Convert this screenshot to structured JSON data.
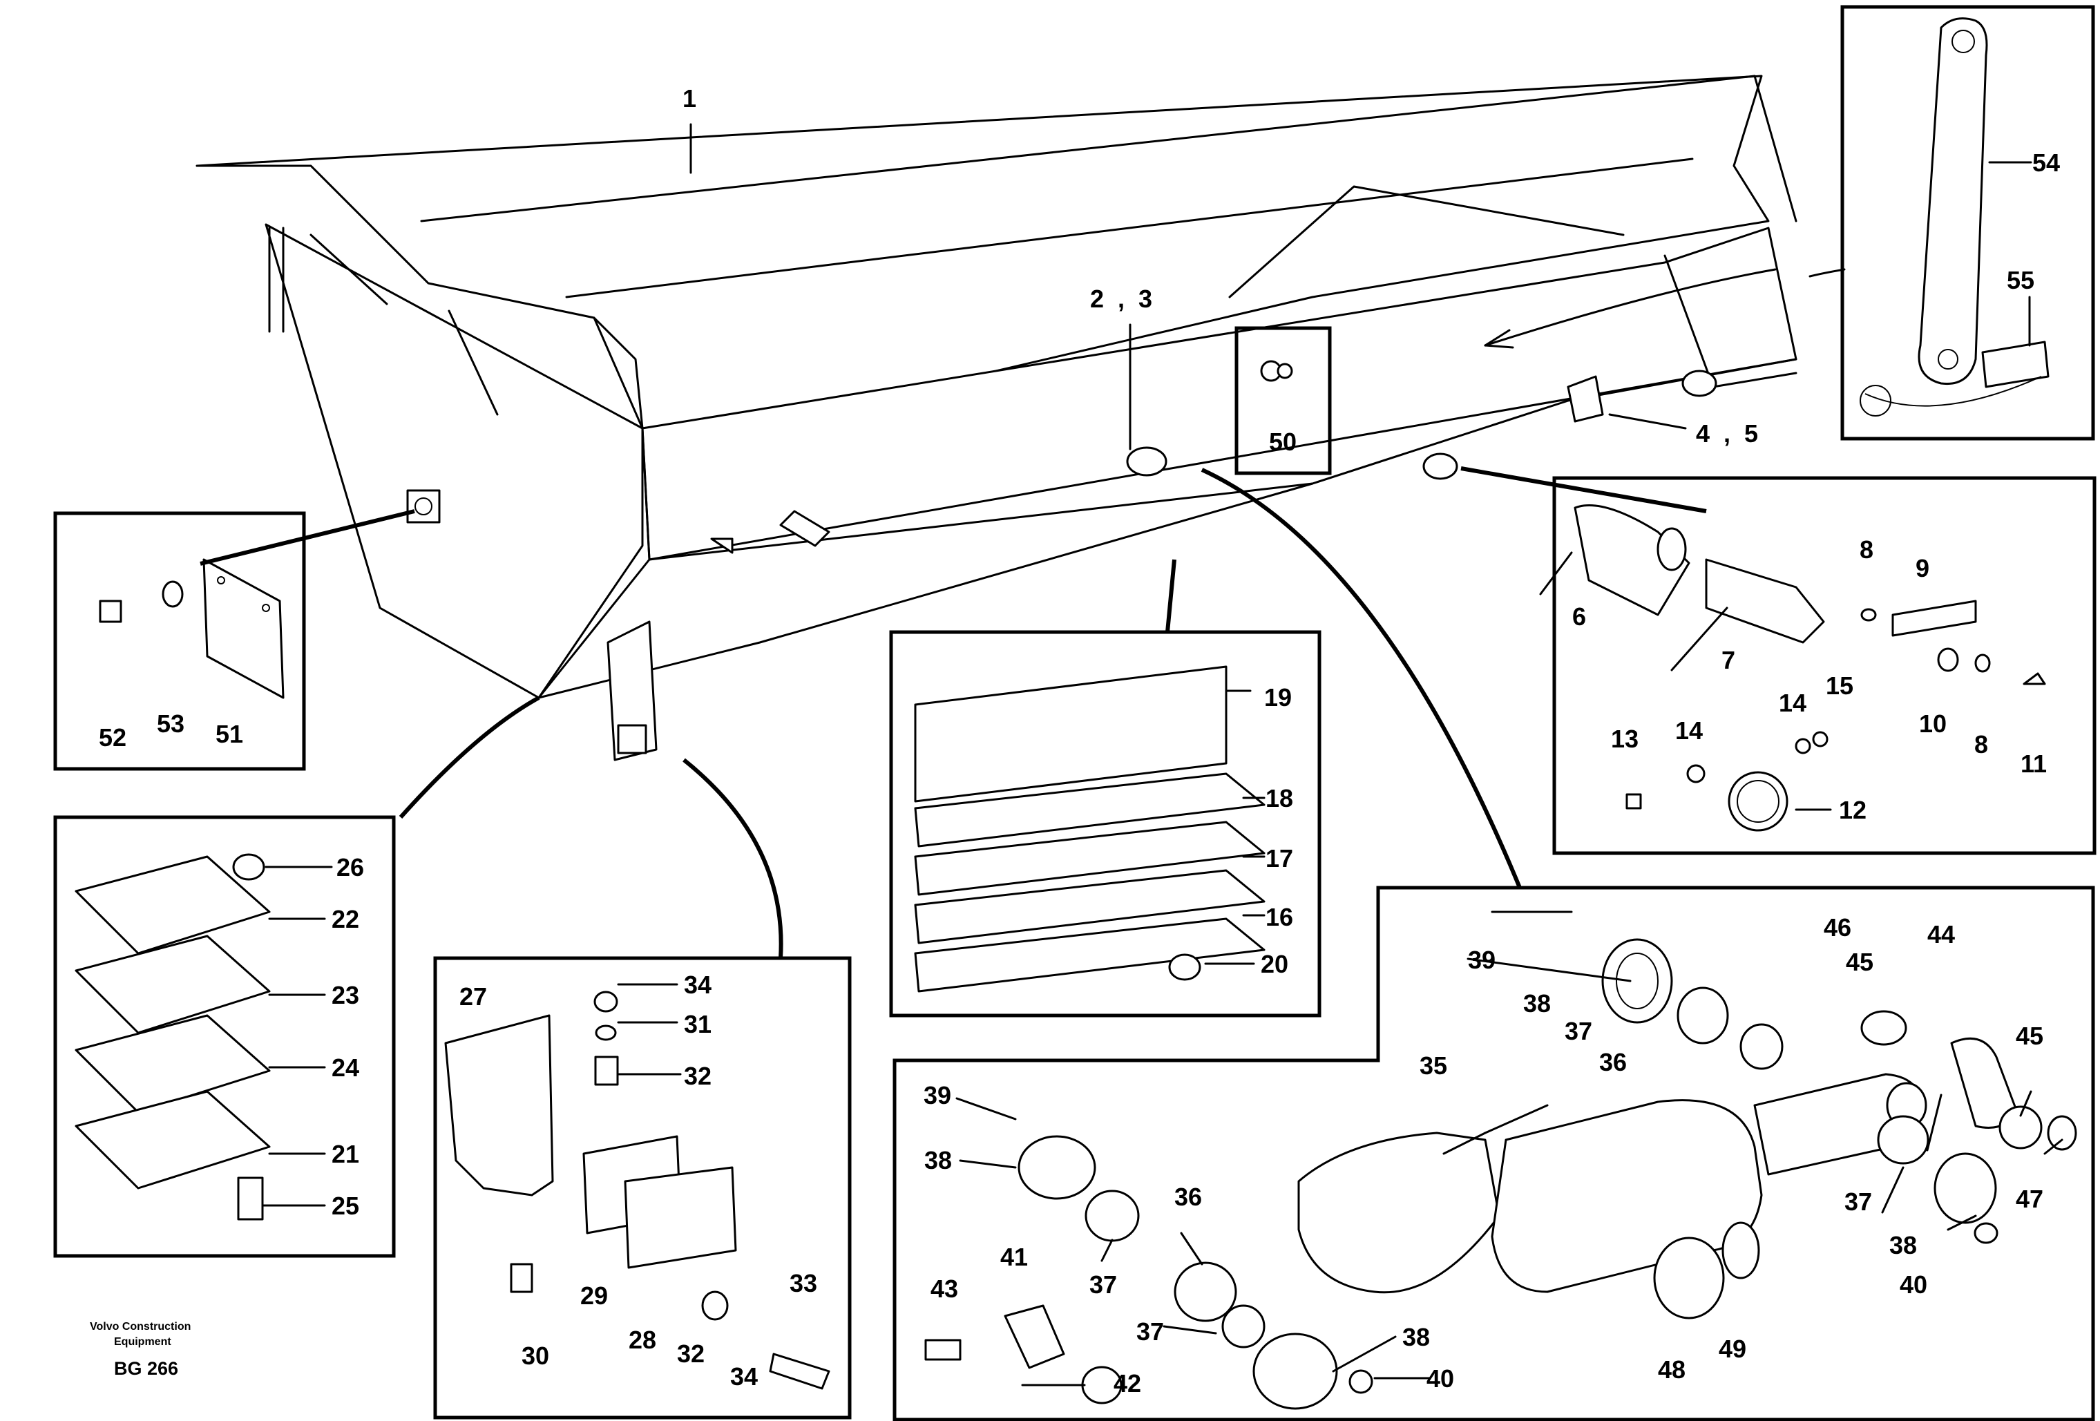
{
  "figure": {
    "credit_line1": "Volvo Construction",
    "credit_line2": "Equipment",
    "code": "BG 266"
  },
  "labels": {
    "l1": "1",
    "l2_3": "2  ,  3",
    "l4_5": "4  ,  5",
    "l6": "6",
    "l7": "7",
    "l8a": "8",
    "l8b": "8",
    "l9": "9",
    "l10": "10",
    "l11": "11",
    "l12": "12",
    "l13": "13",
    "l14a": "14",
    "l14b": "14",
    "l15": "15",
    "l16": "16",
    "l17": "17",
    "l18": "18",
    "l19": "19",
    "l20": "20",
    "l21": "21",
    "l22": "22",
    "l23": "23",
    "l24": "24",
    "l25": "25",
    "l26": "26",
    "l27": "27",
    "l28": "28",
    "l29": "29",
    "l30": "30",
    "l31": "31",
    "l32a": "32",
    "l32b": "32",
    "l33": "33",
    "l34a": "34",
    "l34b": "34",
    "l35": "35",
    "l36a": "36",
    "l36b": "36",
    "l37a": "37",
    "l37b": "37",
    "l37c": "37",
    "l37d": "37",
    "l38a": "38",
    "l38b": "38",
    "l38c": "38",
    "l38d": "38",
    "l39a": "39",
    "l39b": "39",
    "l40a": "40",
    "l40b": "40",
    "l41": "41",
    "l42": "42",
    "l43": "43",
    "l44": "44",
    "l45a": "45",
    "l45b": "45",
    "l46": "46",
    "l47": "47",
    "l48": "48",
    "l49": "49",
    "l50": "50",
    "l51": "51",
    "l52": "52",
    "l53": "53",
    "l54": "54",
    "l55": "55"
  }
}
